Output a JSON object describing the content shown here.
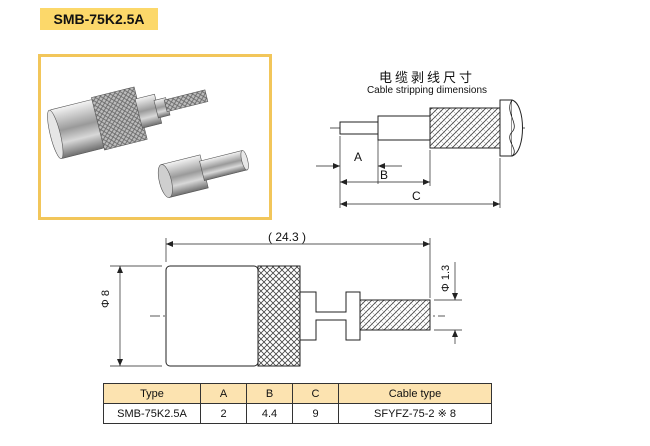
{
  "model_title": "SMB-75K2.5A",
  "strip_section": {
    "title_cn": "电缆剥线尺寸",
    "title_en": "Cable stripping dimensions",
    "labels": {
      "a": "A",
      "b": "B",
      "c": "C"
    }
  },
  "connector_drawing": {
    "length_label": "( 24.3 )",
    "diameter_label": "Φ 8",
    "pin_diameter_label": "Φ 1.3"
  },
  "spec_table": {
    "headers": [
      "Type",
      "A",
      "B",
      "C",
      "Cable type"
    ],
    "row": [
      "SMB-75K2.5A",
      "2",
      "4.4",
      "9",
      "SFYFZ-75-2 ※ 8"
    ]
  },
  "colors": {
    "title_bg": "#fcd86a",
    "photo_border": "#f2c65a",
    "table_header_bg": "#fce3b0",
    "line": "#222222"
  }
}
